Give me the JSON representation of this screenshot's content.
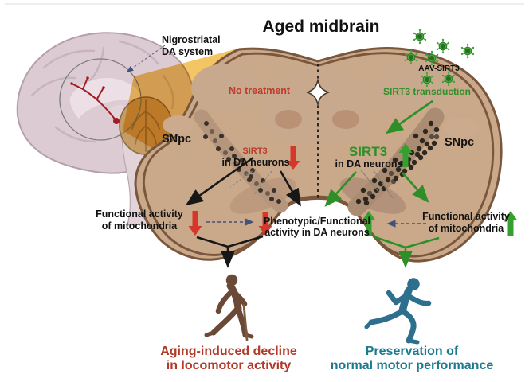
{
  "figure": {
    "title": "Aged midbrain"
  },
  "brain": {
    "pathway_line1": "Nigrostriatal",
    "pathway_line2": "DA system"
  },
  "left": {
    "condition": "No treatment",
    "snpc": "SNpc",
    "sirt3": "SIRT3",
    "sirt3_context": "in DA neurons",
    "mito_line1": "Functional activity",
    "mito_line2": "of mitochondria",
    "outcome_line1": "Aging-induced decline",
    "outcome_line2": "in locomotor activity"
  },
  "right": {
    "condition": "SIRT3 transduction",
    "virus": "AAV-SIRT3",
    "snpc": "SNpc",
    "sirt3": "SIRT3",
    "sirt3_context": "in DA neurons",
    "mito_line1": "Functional activity",
    "mito_line2": "of mitochondria",
    "outcome_line1": "Preservation of",
    "outcome_line2": "normal motor performance"
  },
  "center": {
    "pheno_line1": "Phenotypic/Functional",
    "pheno_line2": "activity in DA neurons"
  },
  "colors": {
    "red_text": "#c0392b",
    "red_arrow": "#d5382b",
    "green_text": "#2e8f28",
    "green_arrow": "#35a02f",
    "teal_text": "#1d7a8e",
    "runner": "#2d6f8c",
    "brick_text": "#b13a2a",
    "walker": "#6a4936",
    "wedge": "#f3c055",
    "virus": "#47a53e",
    "midbrain_fill": "#e6cfb6",
    "midbrain_rim": "#c9a98a",
    "midbrain_outline": "#7a563c"
  },
  "icons": {
    "virus": "aav-virus-particle",
    "decrease": "thick-red-down-arrow",
    "increase": "thick-green-up-arrow",
    "walker": "person-walking-with-cane",
    "runner": "person-running"
  }
}
